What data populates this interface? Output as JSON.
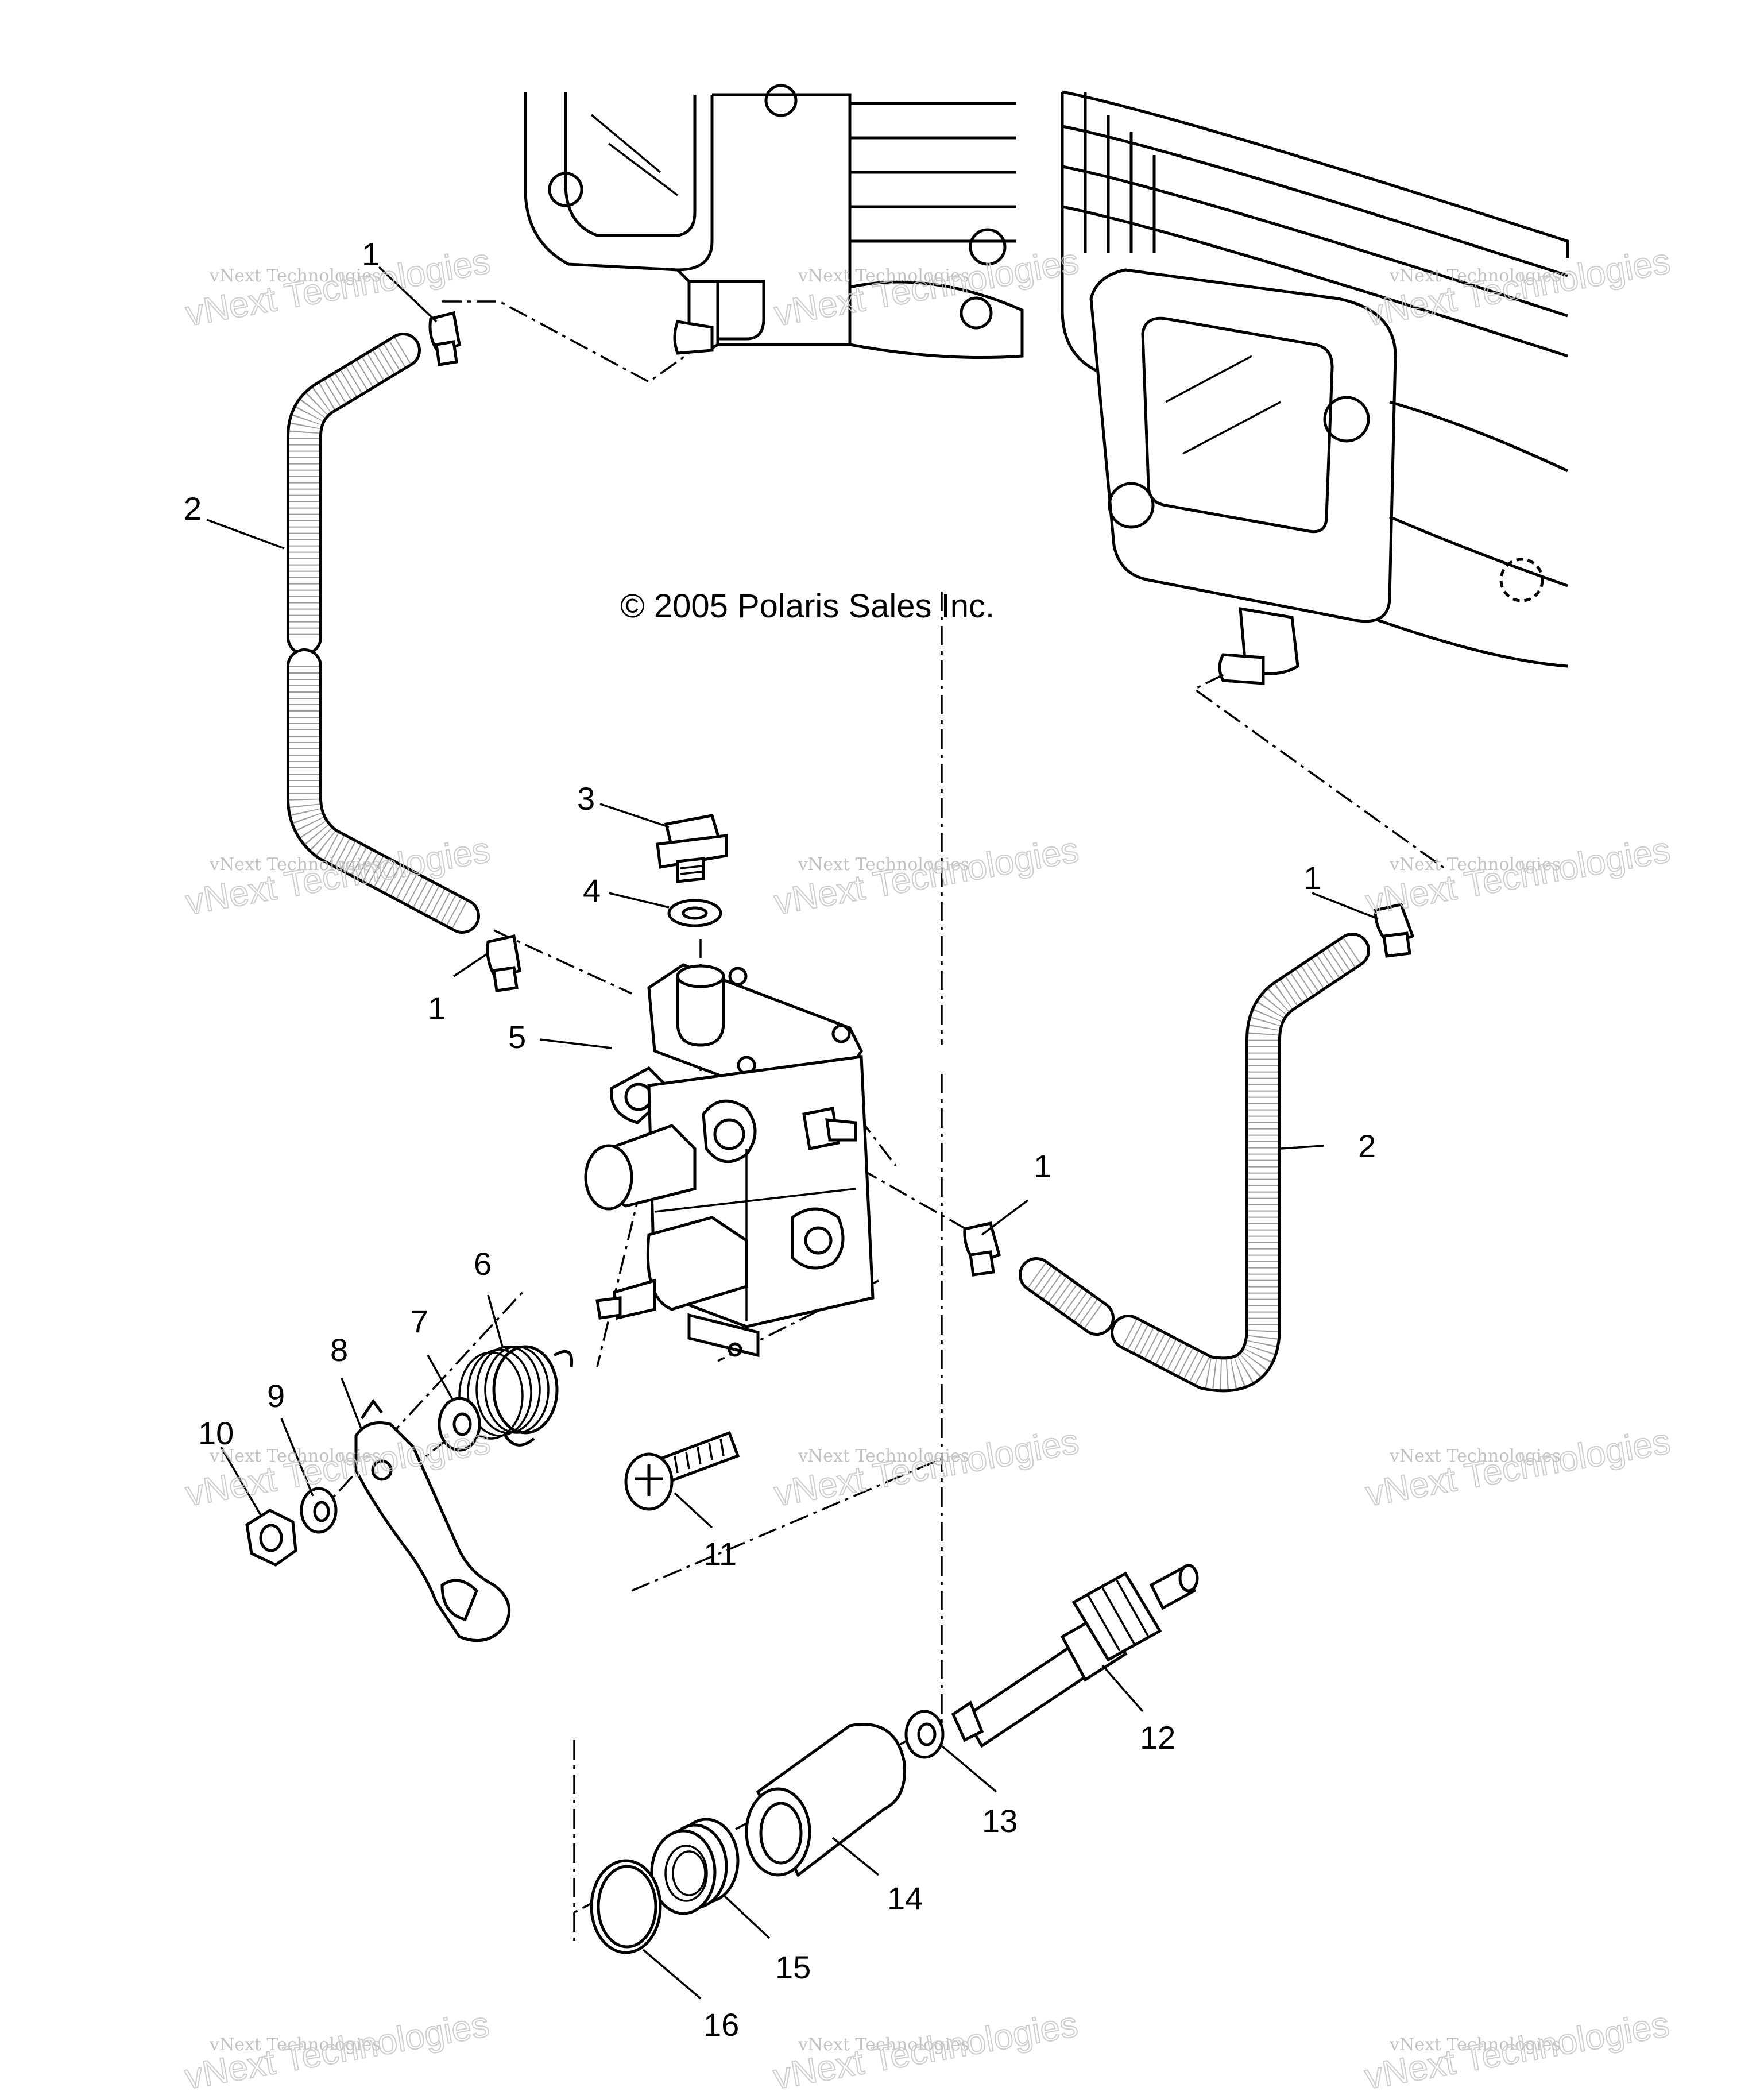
{
  "copyright": "© 2005 Polaris Sales Inc.",
  "watermark": {
    "line_small": "vNext Technologies",
    "line_big": "vNext Technologies"
  },
  "callouts": {
    "c1a": "1",
    "c1b": "1",
    "c1c": "1",
    "c1d": "1",
    "c2a": "2",
    "c2b": "2",
    "c3": "3",
    "c4": "4",
    "c5": "5",
    "c6": "6",
    "c7": "7",
    "c8": "8",
    "c9": "9",
    "c10": "10",
    "c11": "11",
    "c12": "12",
    "c13": "13",
    "c14": "14",
    "c15": "15",
    "c16": "16"
  },
  "parts": {
    "1": "hose-clamp",
    "2": "oil-hose",
    "3": "banjo-bolt",
    "4": "sealing-washer",
    "5": "oil-pump",
    "6": "return-spring",
    "7": "washer",
    "8": "pump-lever",
    "9": "lock-washer",
    "10": "nut",
    "11": "mounting-screw",
    "12": "drive-gear-shaft",
    "13": "thrust-washer",
    "14": "bushing",
    "15": "seal",
    "16": "o-ring"
  }
}
